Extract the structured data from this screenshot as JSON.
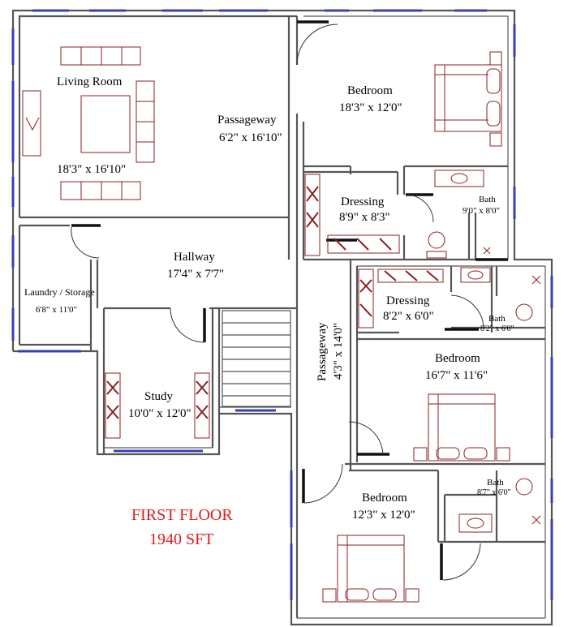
{
  "title": {
    "line1": "FIRST FLOOR",
    "line2": "1940 SFT",
    "color": "#e01b1b"
  },
  "colors": {
    "wall": "#555555",
    "window": "#3a3fb0",
    "door": "#111111",
    "furniture": "#8b2020"
  },
  "rooms": {
    "living_room": {
      "name": "Living Room",
      "size": "18'3\" x 16'10\""
    },
    "bedroom_1": {
      "name": "Bedroom",
      "size": "18'3\" x 12'0\""
    },
    "passage_1": {
      "name": "Passageway",
      "size": "6'2\" x 16'10\""
    },
    "dressing_1": {
      "name": "Dressing",
      "size": "8'9\" x 8'3\""
    },
    "bath_1": {
      "name": "Bath",
      "size": "9'0\" x 8'0\""
    },
    "hallway": {
      "name": "Hallway",
      "size": "17'4\" x 7'7\""
    },
    "laundry": {
      "name": "Laundry / Storage",
      "size": "6'8\" x 11'0\""
    },
    "dressing_2": {
      "name": "Dressing",
      "size": "8'2\" x 6'0\""
    },
    "bath_2": {
      "name": "Bath",
      "size": "8'2\" x 6'0\""
    },
    "passage_2": {
      "name": "Passageway",
      "size": "4'3\" x 14'0\""
    },
    "bedroom_2": {
      "name": "Bedroom",
      "size": "16'7\" x 11'6\""
    },
    "study": {
      "name": "Study",
      "size": "10'0\" x 12'0\""
    },
    "bath_3": {
      "name": "Bath",
      "size": "8'7\" x 6'0\""
    },
    "bedroom_3": {
      "name": "Bedroom",
      "size": "12'3\" x 12'0\""
    }
  }
}
